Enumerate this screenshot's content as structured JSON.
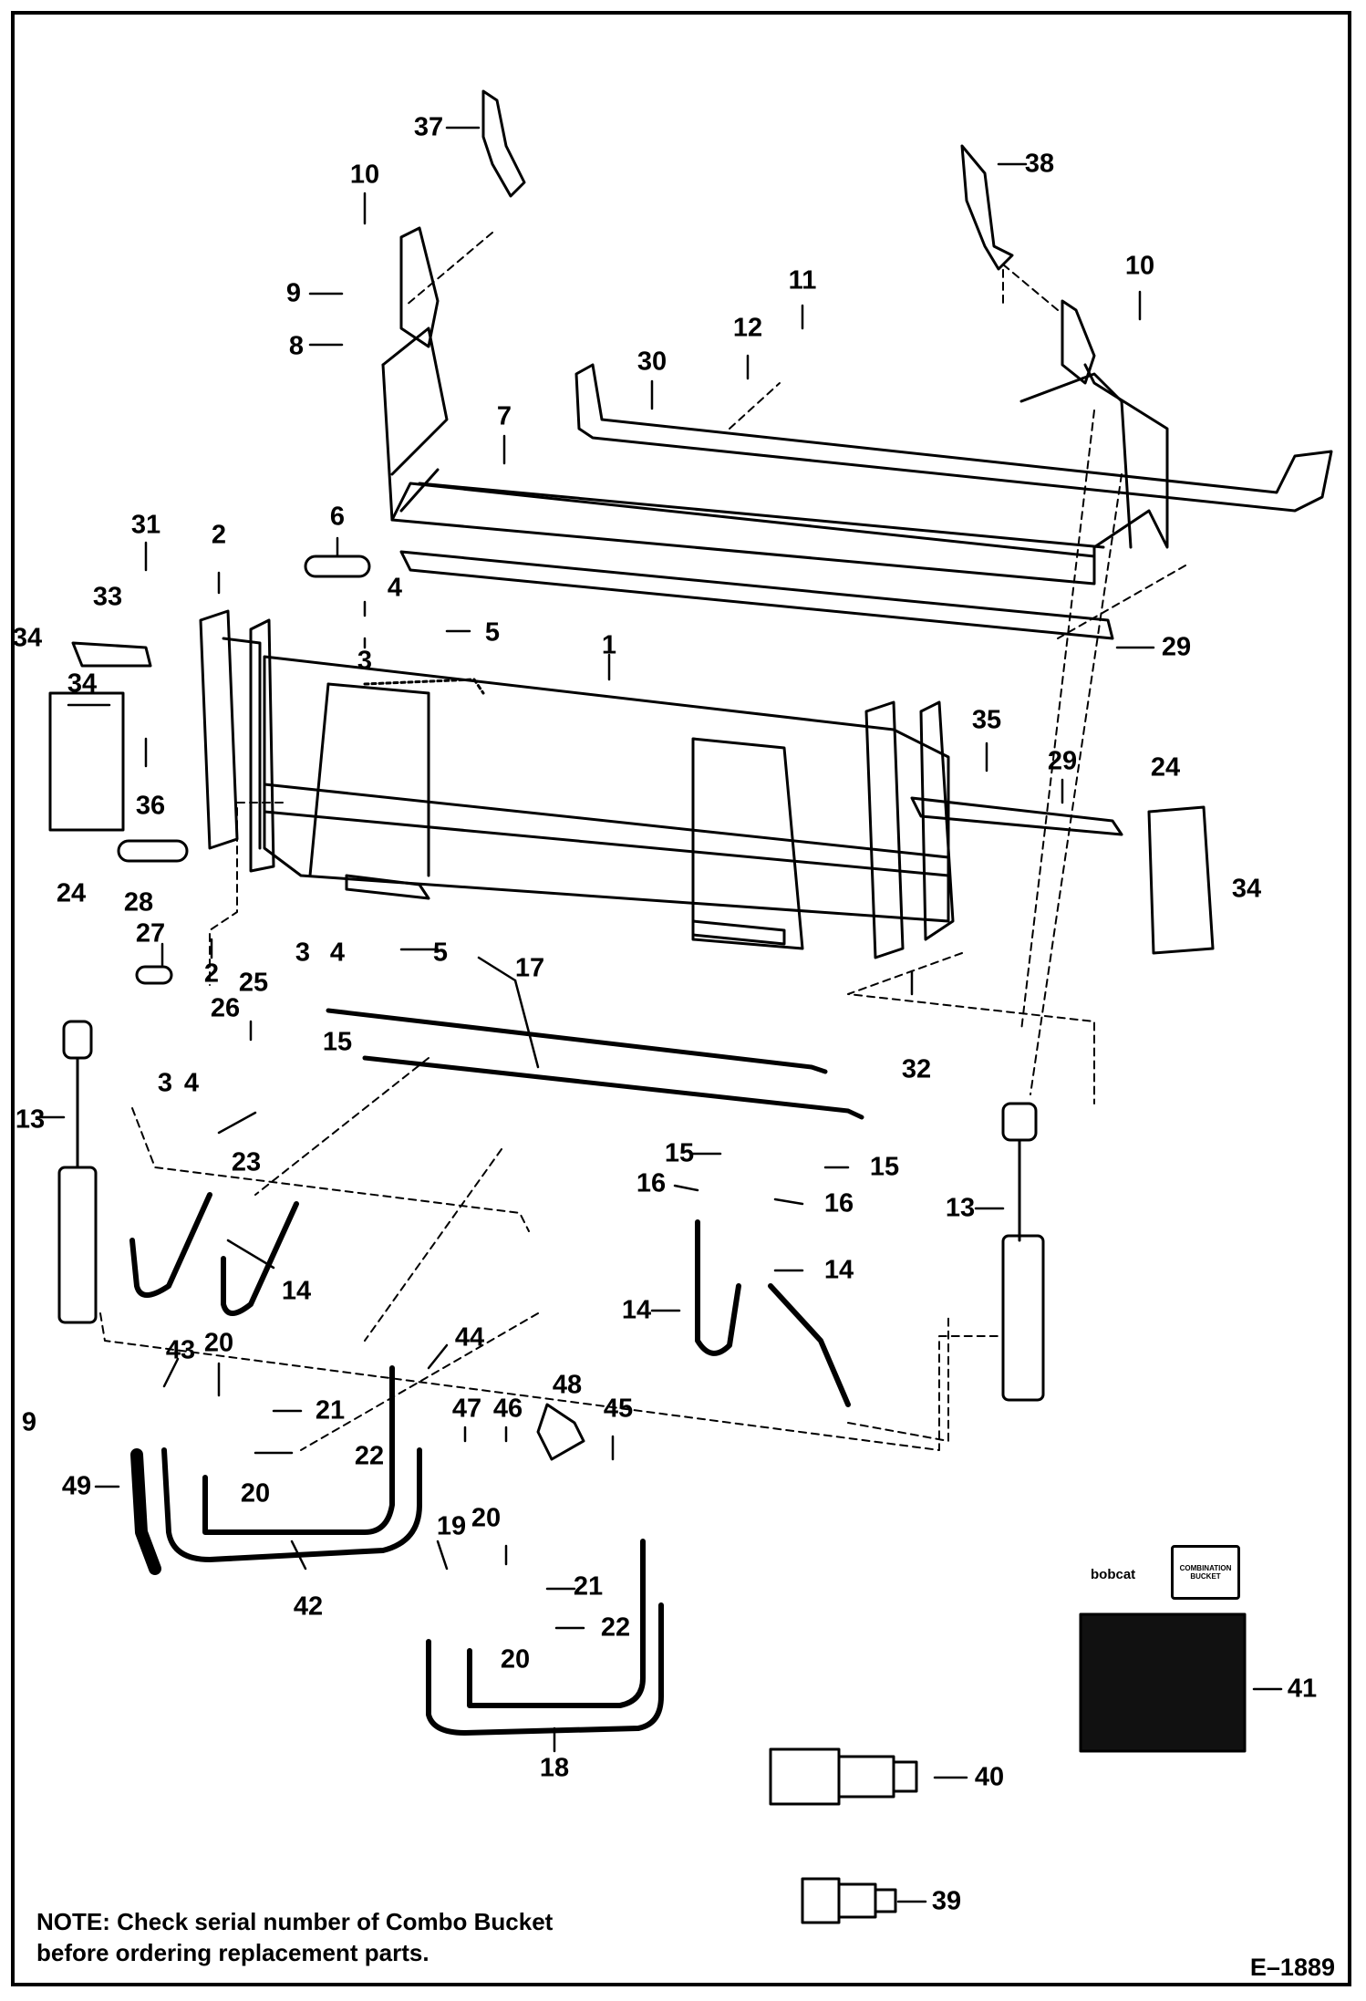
{
  "note": {
    "label": "NOTE:",
    "text": "Check serial number of Combo Bucket before ordering replacement parts."
  },
  "figure_id": "E–1889",
  "kit": {
    "brand": "bobcat",
    "box_label": "COMBINATION BUCKET"
  },
  "callouts": [
    {
      "id": "c37",
      "text": "37"
    },
    {
      "id": "c38",
      "text": "38"
    },
    {
      "id": "c10a",
      "text": "10"
    },
    {
      "id": "c10b",
      "text": "10"
    },
    {
      "id": "c9a",
      "text": "9"
    },
    {
      "id": "c8",
      "text": "8"
    },
    {
      "id": "c11",
      "text": "11"
    },
    {
      "id": "c12",
      "text": "12"
    },
    {
      "id": "c30",
      "text": "30"
    },
    {
      "id": "c7",
      "text": "7"
    },
    {
      "id": "c31",
      "text": "31"
    },
    {
      "id": "c2a",
      "text": "2"
    },
    {
      "id": "c6",
      "text": "6"
    },
    {
      "id": "c4a",
      "text": "4"
    },
    {
      "id": "c5a",
      "text": "5"
    },
    {
      "id": "c33",
      "text": "33"
    },
    {
      "id": "c34a",
      "text": "34"
    },
    {
      "id": "c34b",
      "text": "34"
    },
    {
      "id": "c3a",
      "text": "3"
    },
    {
      "id": "c1",
      "text": "1"
    },
    {
      "id": "c29a",
      "text": "29"
    },
    {
      "id": "c36",
      "text": "36"
    },
    {
      "id": "c35",
      "text": "35"
    },
    {
      "id": "c29b",
      "text": "29"
    },
    {
      "id": "c24a",
      "text": "24"
    },
    {
      "id": "c24b",
      "text": "24"
    },
    {
      "id": "c28",
      "text": "28"
    },
    {
      "id": "c34c",
      "text": "34"
    },
    {
      "id": "c27",
      "text": "27"
    },
    {
      "id": "c2b",
      "text": "2"
    },
    {
      "id": "c25",
      "text": "25"
    },
    {
      "id": "c3b",
      "text": "3"
    },
    {
      "id": "c4b",
      "text": "4"
    },
    {
      "id": "c5b",
      "text": "5"
    },
    {
      "id": "c17",
      "text": "17"
    },
    {
      "id": "c26",
      "text": "26"
    },
    {
      "id": "c15a",
      "text": "15"
    },
    {
      "id": "c3c",
      "text": "3"
    },
    {
      "id": "c4c",
      "text": "4"
    },
    {
      "id": "c32",
      "text": "32"
    },
    {
      "id": "c13a",
      "text": "13"
    },
    {
      "id": "c23",
      "text": "23"
    },
    {
      "id": "c15b",
      "text": "15"
    },
    {
      "id": "c15c",
      "text": "15"
    },
    {
      "id": "c16a",
      "text": "16"
    },
    {
      "id": "c16b",
      "text": "16"
    },
    {
      "id": "c13b",
      "text": "13"
    },
    {
      "id": "c14a",
      "text": "14"
    },
    {
      "id": "c14b",
      "text": "14"
    },
    {
      "id": "c14c",
      "text": "14"
    },
    {
      "id": "c43",
      "text": "43"
    },
    {
      "id": "c20a",
      "text": "20"
    },
    {
      "id": "c44",
      "text": "44"
    },
    {
      "id": "c48",
      "text": "48"
    },
    {
      "id": "c9b",
      "text": "9"
    },
    {
      "id": "c21a",
      "text": "21"
    },
    {
      "id": "c47",
      "text": "47"
    },
    {
      "id": "c46",
      "text": "46"
    },
    {
      "id": "c45",
      "text": "45"
    },
    {
      "id": "c22a",
      "text": "22"
    },
    {
      "id": "c49",
      "text": "49"
    },
    {
      "id": "c20b",
      "text": "20"
    },
    {
      "id": "c19",
      "text": "19"
    },
    {
      "id": "c20c",
      "text": "20"
    },
    {
      "id": "c21b",
      "text": "21"
    },
    {
      "id": "c42",
      "text": "42"
    },
    {
      "id": "c22b",
      "text": "22"
    },
    {
      "id": "c20d",
      "text": "20"
    },
    {
      "id": "c41",
      "text": "41"
    },
    {
      "id": "c18",
      "text": "18"
    },
    {
      "id": "c40",
      "text": "40"
    },
    {
      "id": "c39",
      "text": "39"
    }
  ]
}
